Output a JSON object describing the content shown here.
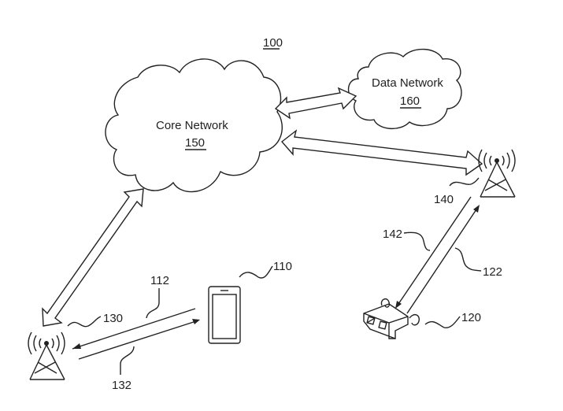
{
  "figure": {
    "ref": "100",
    "core_network": {
      "name": "Core Network",
      "ref": "150"
    },
    "data_network": {
      "name": "Data Network",
      "ref": "160"
    },
    "devices": [
      {
        "kind": "smartphone",
        "ref": "110"
      },
      {
        "kind": "3d-glasses / head-mounted device",
        "ref": "120"
      }
    ],
    "base_stations": [
      {
        "kind": "cell-tower",
        "ref": "130"
      },
      {
        "kind": "cell-tower",
        "ref": "140"
      }
    ],
    "links": [
      {
        "ref": "112",
        "from": "110",
        "to": "130"
      },
      {
        "ref": "132",
        "from": "130",
        "to": "110"
      },
      {
        "ref": "122",
        "from": "120",
        "to": "140"
      },
      {
        "ref": "142",
        "from": "140",
        "to": "120"
      },
      {
        "ref": "",
        "between": [
          "150",
          "160"
        ],
        "style": "bidirectional-block"
      },
      {
        "ref": "",
        "between": [
          "150",
          "140"
        ],
        "style": "bidirectional-block"
      },
      {
        "ref": "",
        "between": [
          "150",
          "130"
        ],
        "style": "bidirectional-block"
      }
    ]
  }
}
